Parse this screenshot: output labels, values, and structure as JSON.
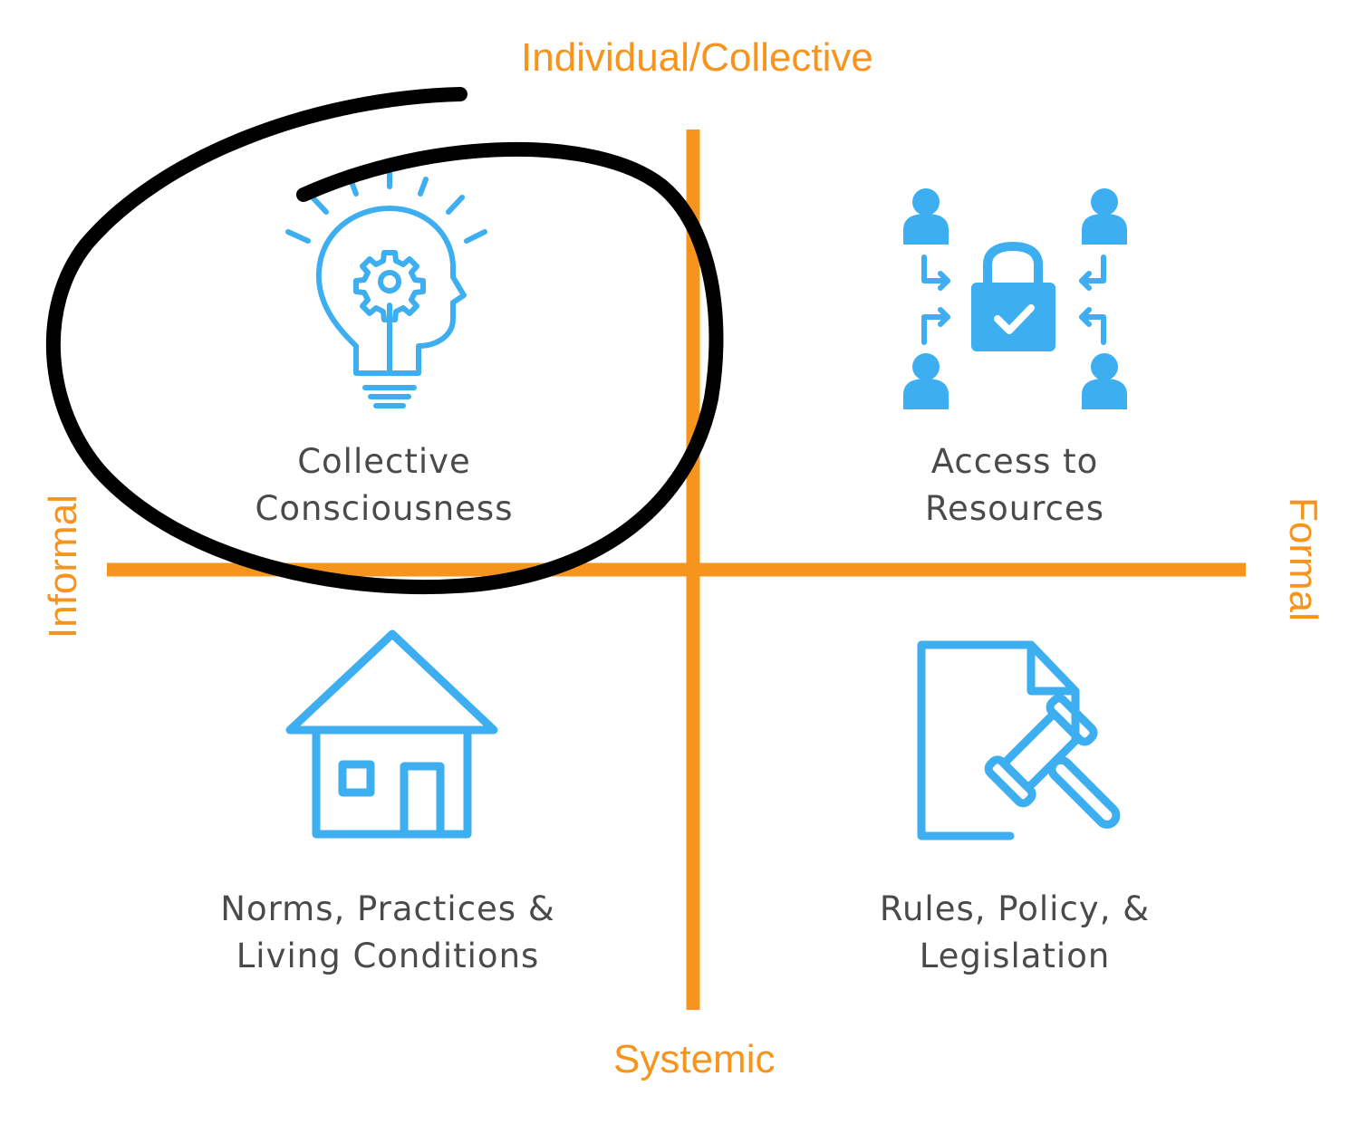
{
  "colors": {
    "axis": "#f7941d",
    "icon": "#3daef0",
    "text": "#4a4a4a",
    "highlight": "#000000"
  },
  "axes": {
    "top": "Individual/Collective",
    "bottom": "Systemic",
    "left": "Informal",
    "right": "Formal"
  },
  "quadrants": [
    {
      "icon": "lightbulb-head-gear-icon",
      "line1": "Collective",
      "line2": "Consciousness",
      "highlighted": true
    },
    {
      "icon": "people-lock-exchange-icon",
      "line1": "Access to",
      "line2": "Resources",
      "highlighted": false
    },
    {
      "icon": "house-icon",
      "line1": "Norms, Practices &",
      "line2": "Living Conditions",
      "highlighted": false
    },
    {
      "icon": "document-gavel-icon",
      "line1": "Rules, Policy, &",
      "line2": "Legislation",
      "highlighted": false
    }
  ]
}
